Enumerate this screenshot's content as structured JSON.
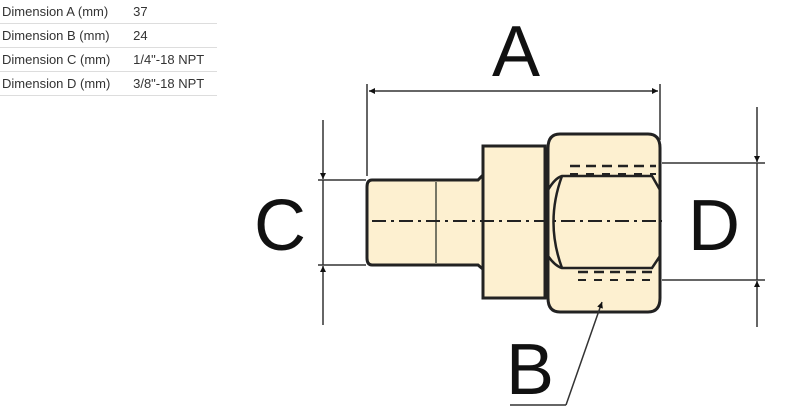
{
  "specs": [
    {
      "label": "Dimension A (mm)",
      "value": "37"
    },
    {
      "label": "Dimension B (mm)",
      "value": "24"
    },
    {
      "label": "Dimension C (mm)",
      "value": "1/4\"-18 NPT"
    },
    {
      "label": "Dimension D (mm)",
      "value": "3/8\"-18 NPT"
    }
  ],
  "diagram": {
    "label_a": "A",
    "label_b": "B",
    "label_c": "C",
    "label_d": "D",
    "fill_color": "#fdf0d0"
  }
}
